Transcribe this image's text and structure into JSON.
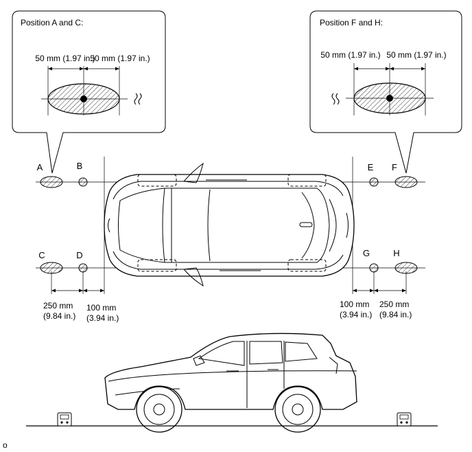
{
  "callouts": {
    "left_title": "Position A and C:",
    "right_title": "Position F and H:",
    "left_dim_1": "50 mm (1.97 in.)",
    "left_dim_2": "50 mm (1.97 in.)",
    "right_dim_1": "50 mm (1.97 in.)",
    "right_dim_2": "50 mm (1.97 in.)"
  },
  "positions": {
    "a": "A",
    "b": "B",
    "c": "C",
    "d": "D",
    "e": "E",
    "f": "F",
    "g": "G",
    "h": "H"
  },
  "dimensions": {
    "left_250": [
      "250 mm",
      "(9.84 in.)"
    ],
    "left_100": [
      "100 mm",
      "(3.94 in.)"
    ],
    "right_100": [
      "100 mm",
      "(3.94 in.)"
    ],
    "right_250": [
      "250 mm",
      "(9.84 in.)"
    ]
  },
  "figure_code": "o"
}
